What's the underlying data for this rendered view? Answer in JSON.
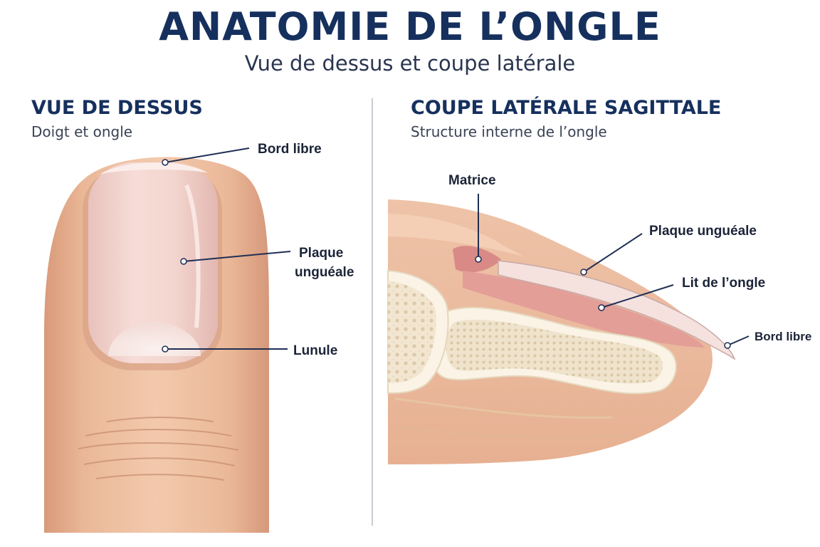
{
  "header": {
    "title": "ANATOMIE DE L’ONGLE",
    "subtitle": "Vue de dessus et coupe latérale"
  },
  "top_view": {
    "title": "VUE DE DESSUS",
    "subtitle": "Doigt et ongle",
    "labels": {
      "free_edge": "Bord libre",
      "nail_plate_line1": "Plaque",
      "nail_plate_line2": "unguéale",
      "lunula": "Lunule"
    }
  },
  "side_view": {
    "title": "COUPE LATÉRALE SAGITTALE",
    "subtitle": "Structure interne de l’ongle",
    "labels": {
      "matrix": "Matrice",
      "nail_plate": "Plaque unguéale",
      "nail_bed": "Lit de l’ongle",
      "free_edge": "Bord libre"
    }
  },
  "colors": {
    "title": "#16305e",
    "skin": "#eab898",
    "nail": "#f1d2cd",
    "bone": "#f3ead9",
    "leader": "#1f2f55"
  }
}
